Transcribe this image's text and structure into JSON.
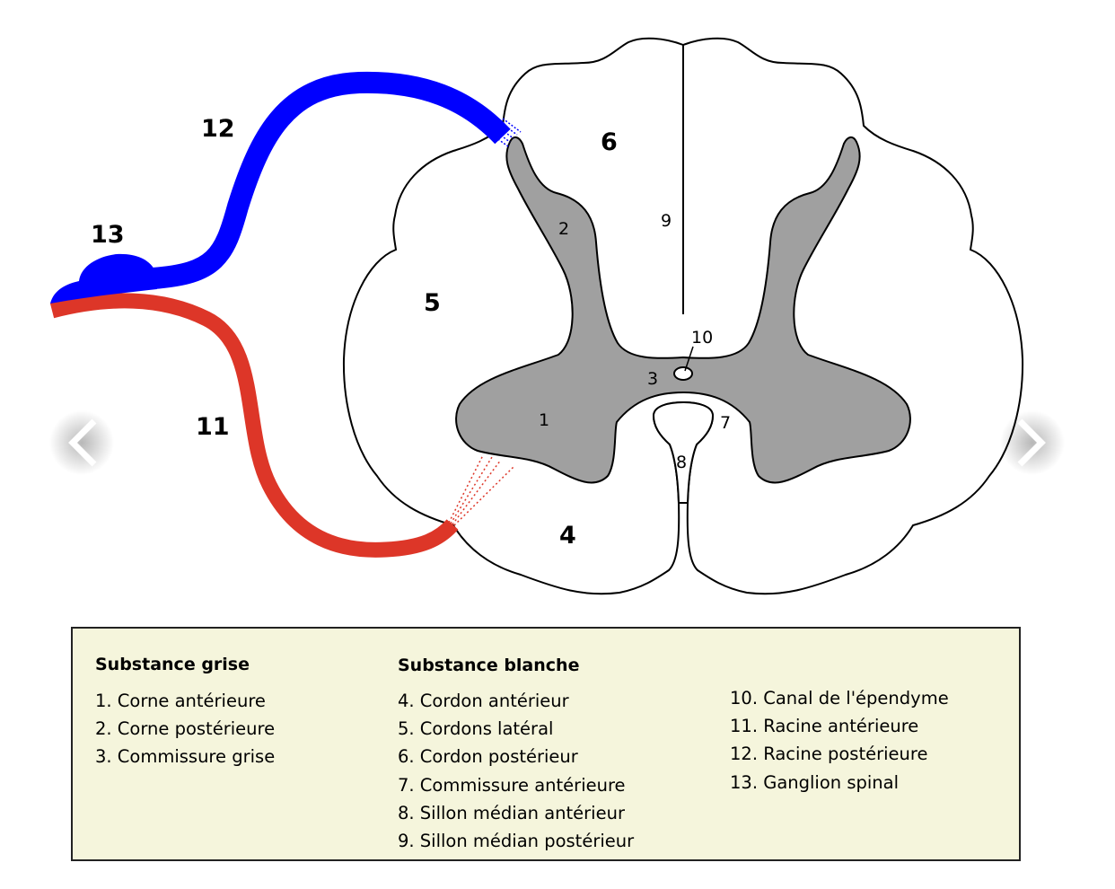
{
  "diagram": {
    "title": "Coupe transversale de la moelle épinière",
    "colors": {
      "grey_matter": "#a0a0a0",
      "white_matter": "#ffffff",
      "outline": "#000000",
      "posterior_root": "#0000ff",
      "anterior_root": "#dd3628",
      "legend_background": "#f5f5dc"
    },
    "labels": {
      "l1": "1",
      "l2": "2",
      "l3": "3",
      "l4": "4",
      "l5": "5",
      "l6": "6",
      "l7": "7",
      "l8": "8",
      "l9": "9",
      "l10": "10",
      "l11": "11",
      "l12": "12",
      "l13": "13"
    }
  },
  "navigation": {
    "prev_icon": "chevron-left",
    "next_icon": "chevron-right"
  },
  "legend": {
    "grey_matter": {
      "heading": "Substance grise",
      "items": [
        "1. Corne antérieure",
        "2. Corne postérieure",
        "3. Commissure grise"
      ]
    },
    "white_matter": {
      "heading": "Substance blanche",
      "items": [
        "4. Cordon antérieur",
        "5. Cordons latéral",
        "6. Cordon postérieur",
        "7. Commissure antérieure",
        "8. Sillon médian antérieur",
        "9. Sillon médian postérieur"
      ]
    },
    "other": {
      "items": [
        "10. Canal de l'épendyme",
        "11. Racine antérieure",
        "12. Racine postérieure",
        "13. Ganglion spinal"
      ]
    }
  }
}
